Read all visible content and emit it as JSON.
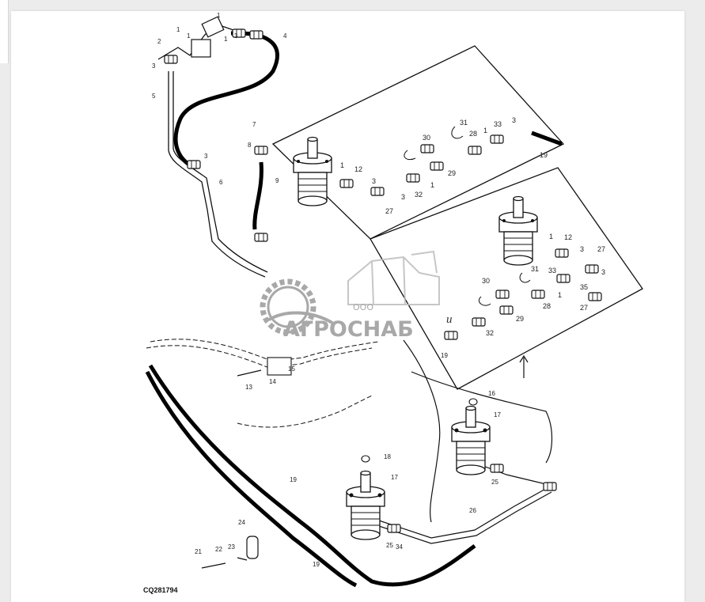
{
  "drawing": {
    "code": "CQ281794",
    "separator_word": "u",
    "callouts_upper": [
      "1",
      "2",
      "3",
      "1",
      "1",
      "1",
      "3",
      "4",
      "3",
      "5",
      "6",
      "7",
      "8",
      "9"
    ],
    "callouts_detail_a": [
      "30",
      "31",
      "28",
      "1",
      "33",
      "3",
      "19",
      "1",
      "12",
      "3",
      "27",
      "3",
      "1",
      "29",
      "32"
    ],
    "callouts_detail_b": [
      "1",
      "12",
      "3",
      "27",
      "33",
      "31",
      "30",
      "1",
      "28",
      "27",
      "29",
      "32",
      "35",
      "3",
      "19"
    ],
    "callouts_lower": [
      "13",
      "14",
      "15",
      "16",
      "17",
      "17",
      "18",
      "19",
      "19",
      "21",
      "22",
      "23",
      "24",
      "25",
      "25",
      "26",
      "34"
    ]
  },
  "watermark": {
    "brand": "АГРОСНАБ",
    "prefix": "ООО",
    "color": "#9a9a9a"
  },
  "colors": {
    "line": "#111111",
    "hose": "#000000",
    "page": "#ffffff",
    "backdrop": "#ececec"
  }
}
